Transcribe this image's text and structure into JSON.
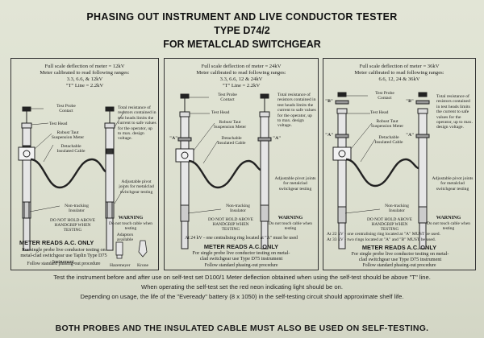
{
  "header": {
    "line1": "PHASING OUT INSTRUMENT AND LIVE CONDUCTOR TESTER",
    "line2": "TYPE D74/2",
    "line3": "FOR METALCLAD SWITCHGEAR"
  },
  "panels": [
    {
      "spec1": "Full scale deflection of meter = 12kV",
      "spec2": "Meter calibrated to read following ranges:",
      "spec3": "3.3, 6.6, & 12kV",
      "spec4": "\"T\" Line = 2.2kV",
      "labels": {
        "test_probe": "Test Probe Contact",
        "test_head": "Test Head",
        "robust": "Robust Taut Suspension Meter",
        "detachable": "Detachable Insulated Cable",
        "resistors": "Total resistance of resistors contained in test heads limits the current to safe values for the operator, up to max. design voltage.",
        "pivot": "Adjustable pivot joints for metalclad switchgear testing",
        "nontracking": "Non-tracking Insulator",
        "donot": "DO NOT HOLD ABOVE HANDGRIP WHEN TESTING",
        "warning": "WARNING",
        "warning_sub": "Do not touch cable when testing"
      },
      "reads": "METER READS A.C. ONLY",
      "note": "For single probe live conductor testing on metal-clad switchgear use Taplin Type D75 Instrument.",
      "follow": "Follow standard phasing-out procedure",
      "adaptors": "Adaptors available",
      "hazemeyer": "Hazemeyer",
      "krone": "Krone"
    },
    {
      "spec1": "Full scale deflection of meter = 24kV",
      "spec2": "Meter calibrated to read following ranges:",
      "spec3": "3.3, 6.6, 12 & 24kV",
      "spec4": "\"T\" Line = 2.2kV",
      "marker_a": "\"A\"",
      "labels": {
        "test_probe": "Test Probe Contact",
        "test_head": "Test Head",
        "robust": "Robust Taut Suspension Meter",
        "detachable": "Detachable Insulated Cable",
        "resistors": "Total resistance of resistors contained in test heads limits the current to safe values for the operator, up to max. design voltage.",
        "pivot": "Adjustable pivot joints for metalclad switchgear testing",
        "nontracking": "Non-tracking Insulator",
        "donot": "DO NOT HOLD ABOVE HANDGRIP WHEN TESTING",
        "warning": "WARNING",
        "warning_sub": "Do not touch cable when testing"
      },
      "ring_note": "At 24 kV - one centralising ring located at \"A\" must be used",
      "reads": "METER READS A.C. ONLY",
      "note": "For single probe live conductor testing on metal-clad switchgear use Type D75 instrument",
      "follow": "Follow standard phasing-out procedure"
    },
    {
      "spec1": "Full scale deflection of meter = 36kV",
      "spec2": "Meter calibrated to read following ranges:",
      "spec3": "6.6, 12, 24 & 36kV",
      "marker_a": "\"A\"",
      "marker_b": "\"B\"",
      "labels": {
        "test_probe": "Test Probe Contact",
        "test_head": "Test Head",
        "robust": "Robust Taut Suspension Meter",
        "detachable": "Detachable Insulated Cable",
        "resistors": "Total resistance of resistors contained in test heads limits the current to safe values for the operator, up to max. design voltage.",
        "pivot": "Adjustable pivot joints for metalclad switchgear testing",
        "nontracking": "Non-tracking Insulator",
        "donot": "DO NOT HOLD ABOVE HANDGRIP WHEN TESTING",
        "warning": "WARNING",
        "warning_sub": "Do not touch cable when testing"
      },
      "ring_note1": "At 22 kV - one centralising ring located at \"A\" MUST be used.",
      "ring_note2": "At 33 kV - two rings located at \"A\" and \"B\" MUST be used.",
      "reads": "METER READS A.C. ONLY",
      "note": "For single probe live conductor testing on metal-clad switchgear use Type D75 instrument",
      "follow": "Follow standard phasing-out procedure"
    }
  ],
  "footer": {
    "line1": "Test the instrument before and after use on self-test set D100/1 Meter deflection obtained when using the self-test should be above \"T\" line.",
    "line2": "When operating the self-test set the red neon indicating light should be on.",
    "line3": "Depending on usage, the life of the \"Eveready\" battery (8 x 1050) in the self-testing circuit should approximate shelf life.",
    "bottom": "BOTH PROBES AND THE INSULATED CABLE MUST ALSO BE USED ON SELF-TESTING."
  }
}
